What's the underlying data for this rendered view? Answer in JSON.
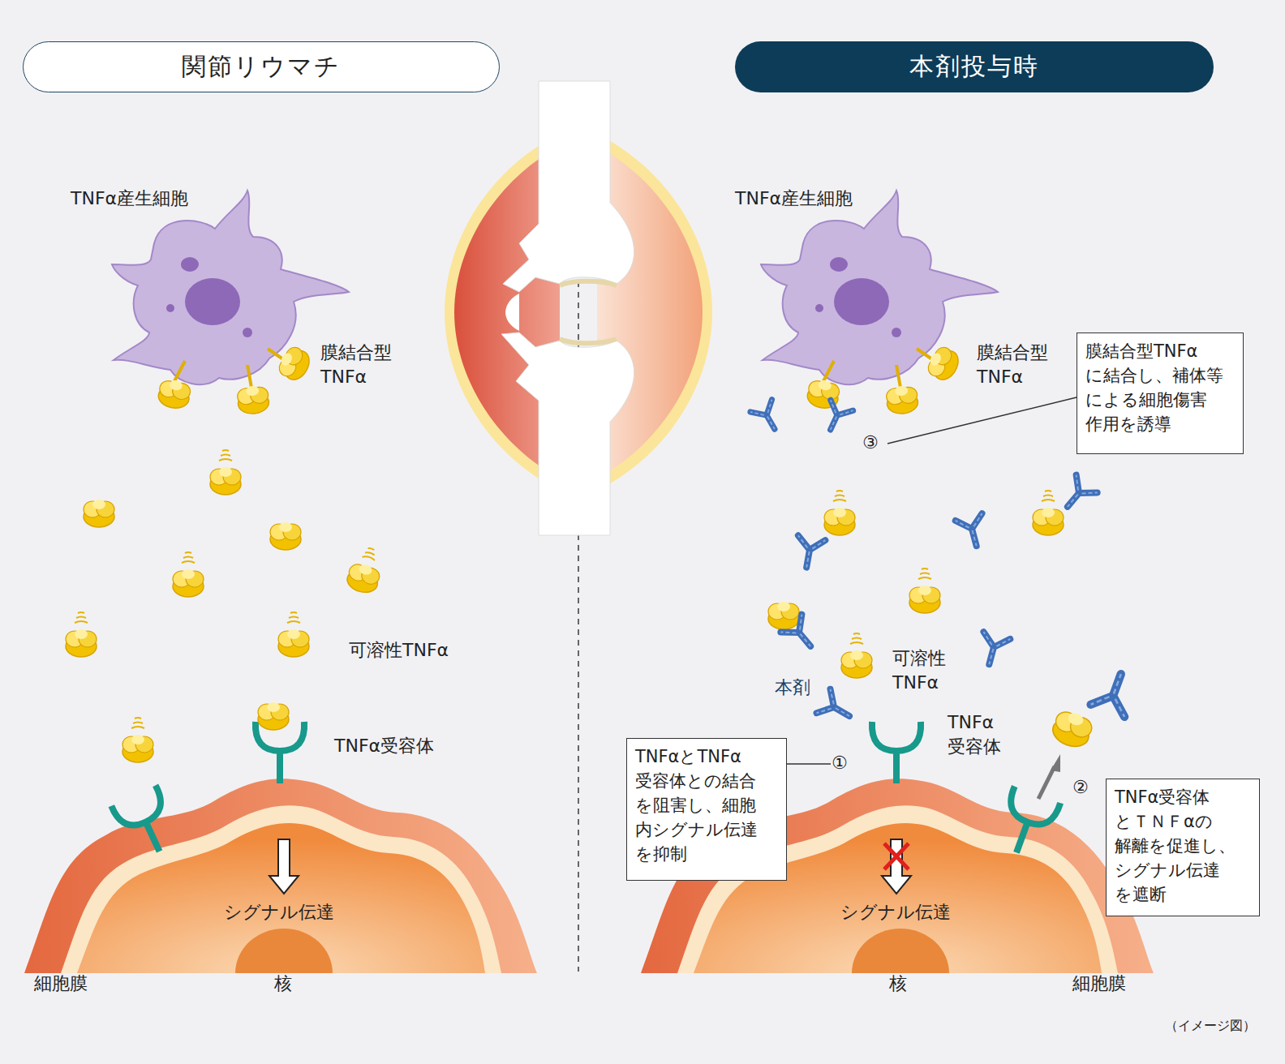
{
  "diagram": {
    "caption": "（イメージ図）",
    "nodes": [
      {
        "text": [
          "関節リウマチ"
        ]
      },
      {
        "text": [
          "本剤投与時"
        ]
      },
      {
        "text": [
          "膜結合型TNFα に結合し、補体等 による細胞傷害 作用を誘導"
        ]
      },
      {
        "text": [
          "TNFαとTNFα 受容体との結合 を阻害し、細胞 内シグナル伝達 を抑制"
        ]
      },
      {
        "text": [
          "TNFα受容体 とＴＮＦαの 解離を促進し、 シグナル伝達 を遮断"
        ]
      }
    ],
    "labels": [
      "TNFα産生細胞",
      "膜結合型 TNFα",
      "可溶性TNFα",
      "TNFα受容体",
      "シグナル伝達",
      "細胞膜",
      "核",
      "TNFα産生細胞",
      "膜結合型 TNFα",
      "③",
      "可溶性 TNFα",
      "本剤",
      "TNFα 受容体",
      "①",
      "②",
      "シグナル伝達",
      "核",
      "細胞膜"
    ]
  }
}
